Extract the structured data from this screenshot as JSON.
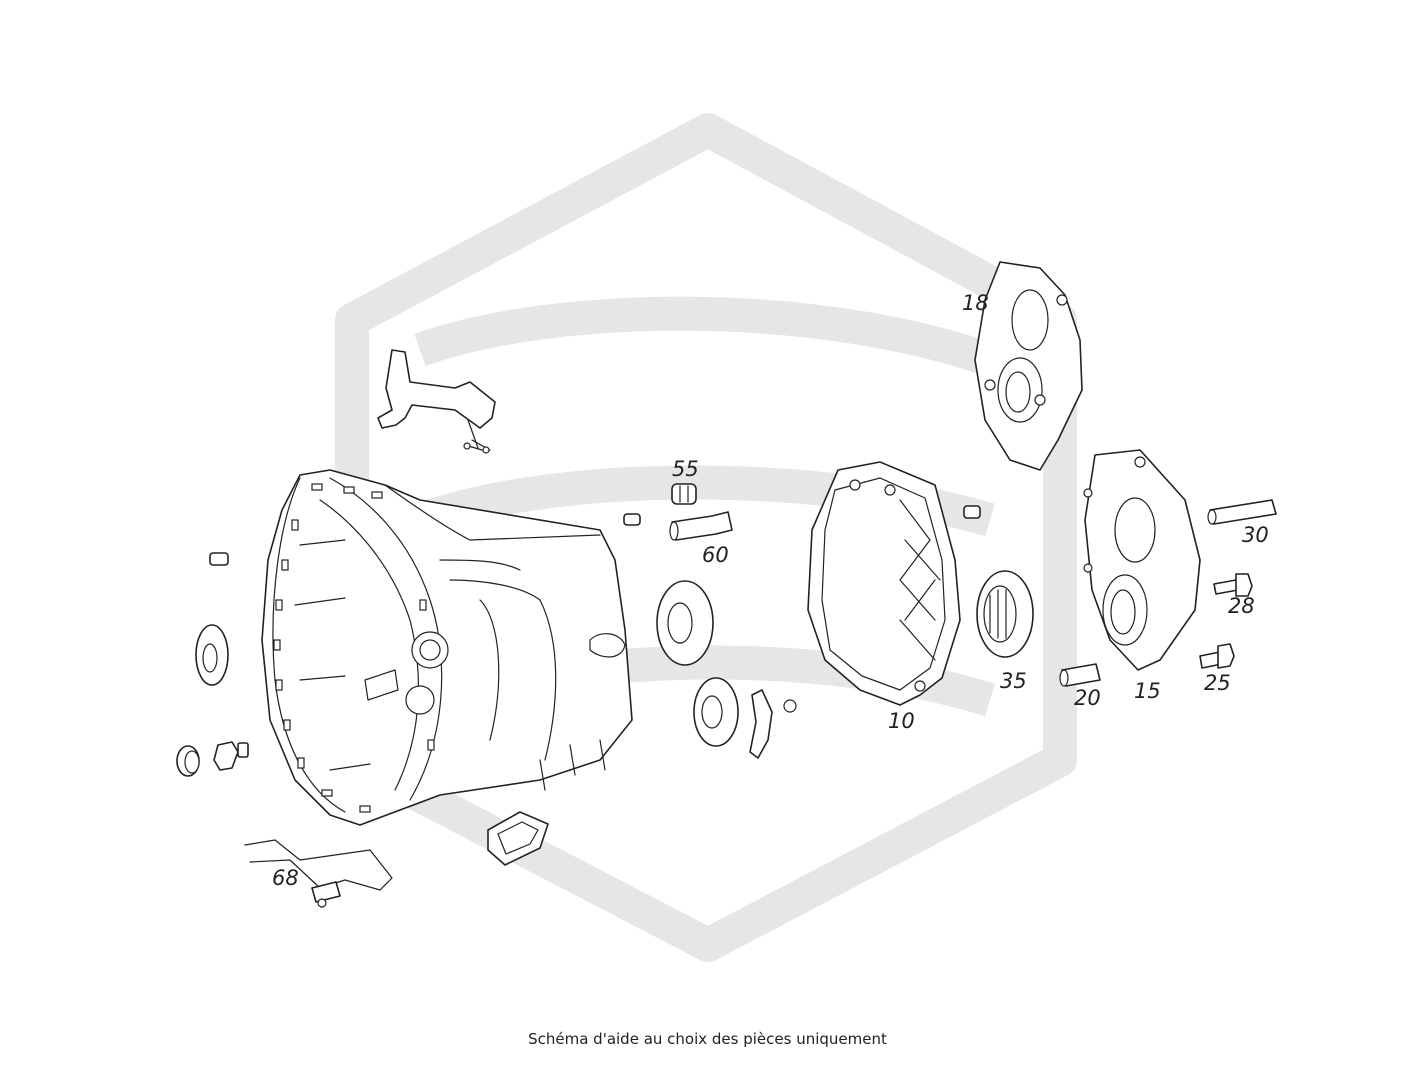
{
  "caption": "Schéma d'aide au choix des pièces uniquement",
  "callouts": [
    {
      "id": "c18",
      "label": "18"
    },
    {
      "id": "c55",
      "label": "55"
    },
    {
      "id": "c60",
      "label": "60"
    },
    {
      "id": "c30",
      "label": "30"
    },
    {
      "id": "c28",
      "label": "28"
    },
    {
      "id": "c35",
      "label": "35"
    },
    {
      "id": "c20",
      "label": "20"
    },
    {
      "id": "c15",
      "label": "15"
    },
    {
      "id": "c25",
      "label": "25"
    },
    {
      "id": "c10",
      "label": "10"
    },
    {
      "id": "c68",
      "label": "68"
    }
  ],
  "colors": {
    "line": "#222222",
    "watermark": "#e6e6e6",
    "background": "#ffffff"
  }
}
